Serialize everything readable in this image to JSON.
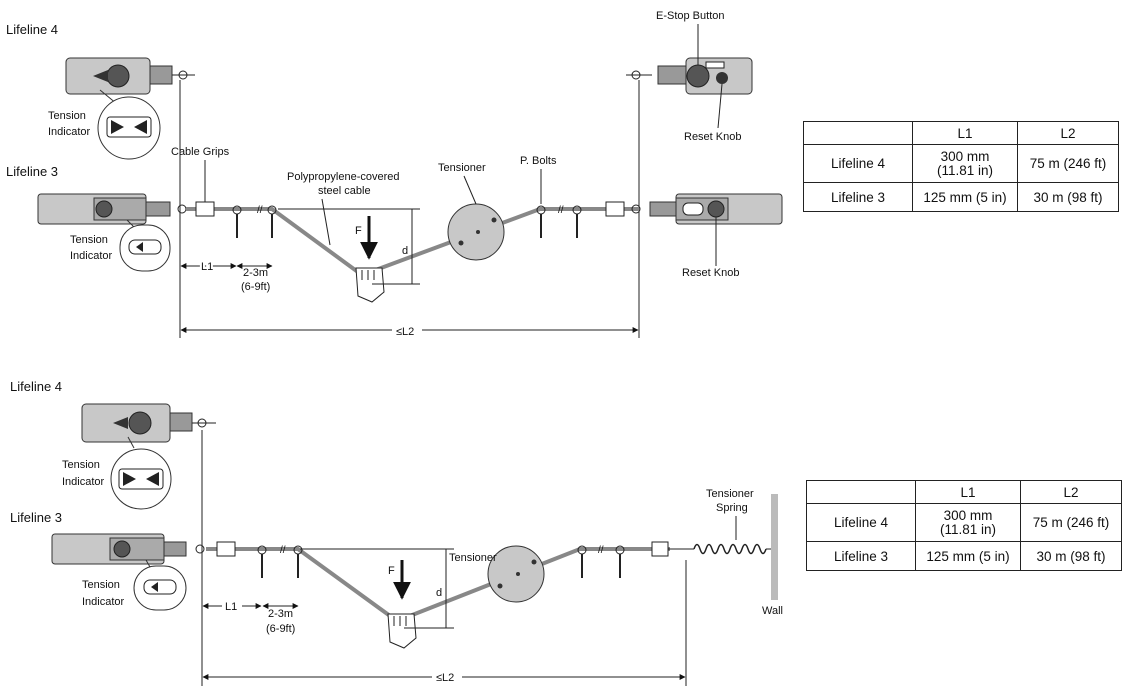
{
  "top": {
    "lifeline4": "Lifeline 4",
    "lifeline3": "Lifeline 3",
    "tension_indicator_1": [
      "Tension",
      "Indicator"
    ],
    "tension_indicator_2": [
      "Tension",
      "Indicator"
    ],
    "cable_grips": "Cable Grips",
    "cable": [
      "Polypropylene-covered",
      "steel cable"
    ],
    "tensioner": "Tensioner",
    "p_bolts": "P. Bolts",
    "estop": "E-Stop Button",
    "reset_knob_1": "Reset Knob",
    "reset_knob_2": "Reset Knob",
    "force": "F",
    "deflection": "d",
    "l1": "L1",
    "spacing": [
      "2-3m",
      "(6-9ft)"
    ],
    "l2": "≤L2"
  },
  "bottom": {
    "lifeline4": "Lifeline 4",
    "lifeline3": "Lifeline 3",
    "tension_indicator_1": [
      "Tension",
      "Indicator"
    ],
    "tension_indicator_2": [
      "Tension",
      "Indicator"
    ],
    "tensioner": "Tensioner",
    "tensioner_spring": [
      "Tensioner",
      "Spring"
    ],
    "wall": "Wall",
    "force": "F",
    "deflection": "d",
    "l1": "L1",
    "spacing": [
      "2-3m",
      "(6-9ft)"
    ],
    "l2": "≤L2"
  },
  "table_top": {
    "headers": [
      "",
      "L1",
      "L2"
    ],
    "rows": [
      [
        "Lifeline 4",
        "300 mm\n(11.81 in)",
        "75 m (246 ft)"
      ],
      [
        "Lifeline 3",
        "125 mm (5 in)",
        "30 m (98 ft)"
      ]
    ]
  },
  "table_bottom": {
    "headers": [
      "",
      "L1",
      "L2"
    ],
    "rows": [
      [
        "Lifeline 4",
        "300 mm\n(11.81 in)",
        "75 m (246 ft)"
      ],
      [
        "Lifeline 3",
        "125 mm (5 in)",
        "30 m (98 ft)"
      ]
    ]
  }
}
